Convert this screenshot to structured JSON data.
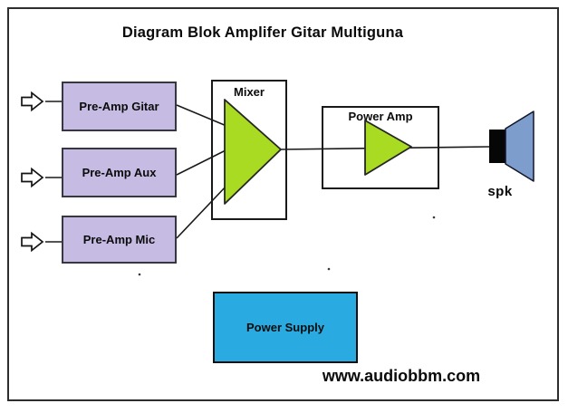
{
  "title": "Diagram Blok Amplifer Gitar Multiguna",
  "blocks": {
    "preamps": [
      {
        "label": "Pre-Amp Gitar"
      },
      {
        "label": "Pre-Amp Aux"
      },
      {
        "label": "Pre-Amp Mic"
      }
    ],
    "mixer": {
      "label": "Mixer"
    },
    "power_amp": {
      "label": "Power Amp"
    },
    "power_supply": {
      "label": "Power Supply"
    }
  },
  "speaker": {
    "label": "spk"
  },
  "footer": {
    "website": "www.audiobbm.com"
  },
  "icons": {
    "input_arrows": "input-arrow-icon (hollow right-pointing block arrow, one per pre-amp input)",
    "amp_triangles": "amplifier-triangle-icon (yellow-green right-pointing triangle in Mixer and Power Amp)",
    "speaker": "speaker-icon (black driver rectangle with blue cone)"
  },
  "colors": {
    "preamp_fill": "#C6BBE3",
    "amp_triangle_fill": "#A9DB22",
    "power_supply_fill": "#29ABE2",
    "speaker_cone_fill": "#7D9DCC",
    "line": "#1a1a1a",
    "frame": "#2e2e2e"
  }
}
